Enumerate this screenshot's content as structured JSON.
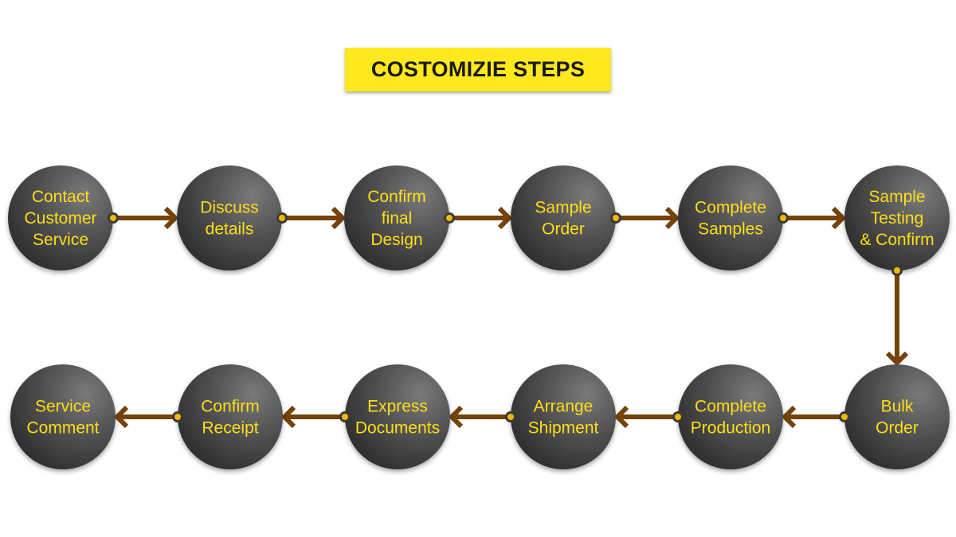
{
  "title": "COSTOMIZIE STEPS",
  "colors": {
    "title_bg": "#ffe81e",
    "circle_dark": "#3e3e3e",
    "circle_light": "#7a7a7a",
    "label": "#ffde17",
    "arrow": "#74420a",
    "connector_dot": "#f5b800"
  },
  "steps": [
    {
      "id": "contact-customer-service",
      "lines": [
        "Contact",
        "Customer",
        "Service"
      ]
    },
    {
      "id": "discuss-details",
      "lines": [
        "Discuss",
        "details"
      ]
    },
    {
      "id": "confirm-final-design",
      "lines": [
        "Confirm",
        "final",
        "Design"
      ]
    },
    {
      "id": "sample-order",
      "lines": [
        "Sample",
        "Order"
      ]
    },
    {
      "id": "complete-samples",
      "lines": [
        "Complete",
        "Samples"
      ]
    },
    {
      "id": "sample-testing-confirm",
      "lines": [
        "Sample",
        "Testing",
        "& Confirm"
      ]
    },
    {
      "id": "bulk-order",
      "lines": [
        "Bulk",
        "Order"
      ]
    },
    {
      "id": "complete-production",
      "lines": [
        "Complete",
        "Production"
      ]
    },
    {
      "id": "arrange-shipment",
      "lines": [
        "Arrange",
        "Shipment"
      ]
    },
    {
      "id": "express-documents",
      "lines": [
        "Express",
        "Documents"
      ]
    },
    {
      "id": "confirm-receipt",
      "lines": [
        "Confirm",
        "Receipt"
      ]
    },
    {
      "id": "service-comment",
      "lines": [
        "Service",
        "Comment"
      ]
    }
  ],
  "flow": [
    {
      "from": "contact-customer-service",
      "to": "discuss-details"
    },
    {
      "from": "discuss-details",
      "to": "confirm-final-design"
    },
    {
      "from": "confirm-final-design",
      "to": "sample-order"
    },
    {
      "from": "sample-order",
      "to": "complete-samples"
    },
    {
      "from": "complete-samples",
      "to": "sample-testing-confirm"
    },
    {
      "from": "sample-testing-confirm",
      "to": "bulk-order"
    },
    {
      "from": "bulk-order",
      "to": "complete-production"
    },
    {
      "from": "complete-production",
      "to": "arrange-shipment"
    },
    {
      "from": "arrange-shipment",
      "to": "express-documents"
    },
    {
      "from": "express-documents",
      "to": "confirm-receipt"
    },
    {
      "from": "confirm-receipt",
      "to": "service-comment"
    }
  ]
}
